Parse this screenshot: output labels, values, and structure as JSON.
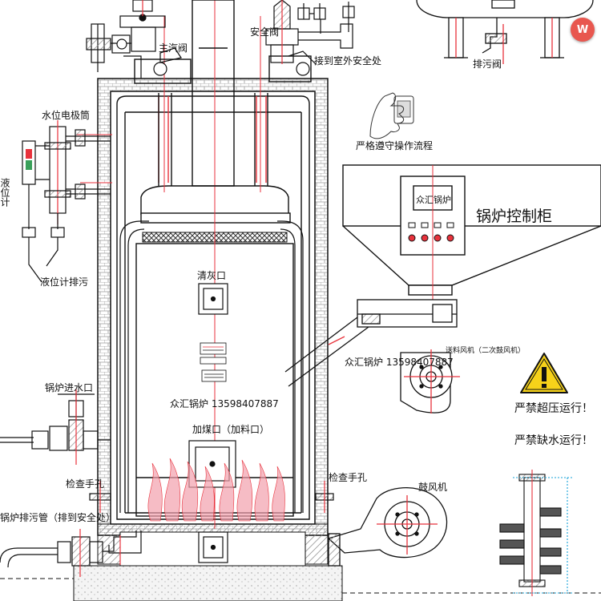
{
  "colors": {
    "line": "#111111",
    "accent_red": "#e8323c",
    "flame_pink": "#f2a0ac",
    "insulation_gray": "#9c9c9c",
    "warning_yellow": "#f6d21a",
    "watermark": "#e8574f"
  },
  "labels": {
    "main_steam_valve": "主汽阀",
    "safety_valve": "安全阀",
    "to_outdoor_safe": "接到室外安全处",
    "blowdown_valve": "排污阀",
    "water_level_probe": "水位电极筒",
    "level_gauge": "液位计",
    "level_gauge_drain": "液位计排污",
    "strict_operation": "严格遵守操作流程",
    "control_cabinet": "锅炉控制柜",
    "cleanout": "清灰口",
    "feed_port": "加煤口（加料口）",
    "inspection_left": "检查手孔",
    "inspection_right": "检查手孔",
    "feed_water_inlet": "锅炉进水口",
    "boiler_blowdown": "锅炉排污管（排到安全处）",
    "blower": "鼓风机",
    "secondary_fan": "送料风机（二次鼓风机）",
    "no_overpressure": "严禁超压运行！",
    "no_low_water": "严禁缺水运行！"
  },
  "company": {
    "name": "众汇锅炉",
    "phone": "13598407887",
    "label_mid": "众汇锅炉 13598407887",
    "label_duct": "众汇锅炉 13598407887"
  },
  "icons": {
    "warning": "warning-triangle-icon",
    "hand": "hand-touch-icon",
    "watermark": "watermark-badge-icon"
  }
}
